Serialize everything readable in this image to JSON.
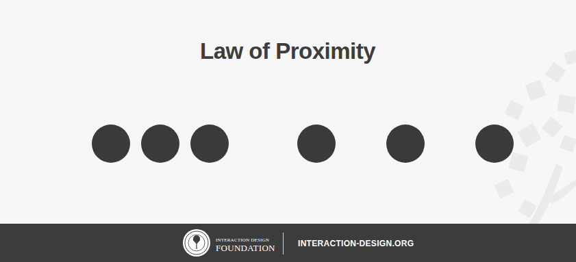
{
  "diagram": {
    "title": "Law of Proximity",
    "labels": [
      "INTERACTION DESIGN",
      "FOUNDATION",
      "INTERACTION-DESIGN.ORG"
    ]
  }
}
